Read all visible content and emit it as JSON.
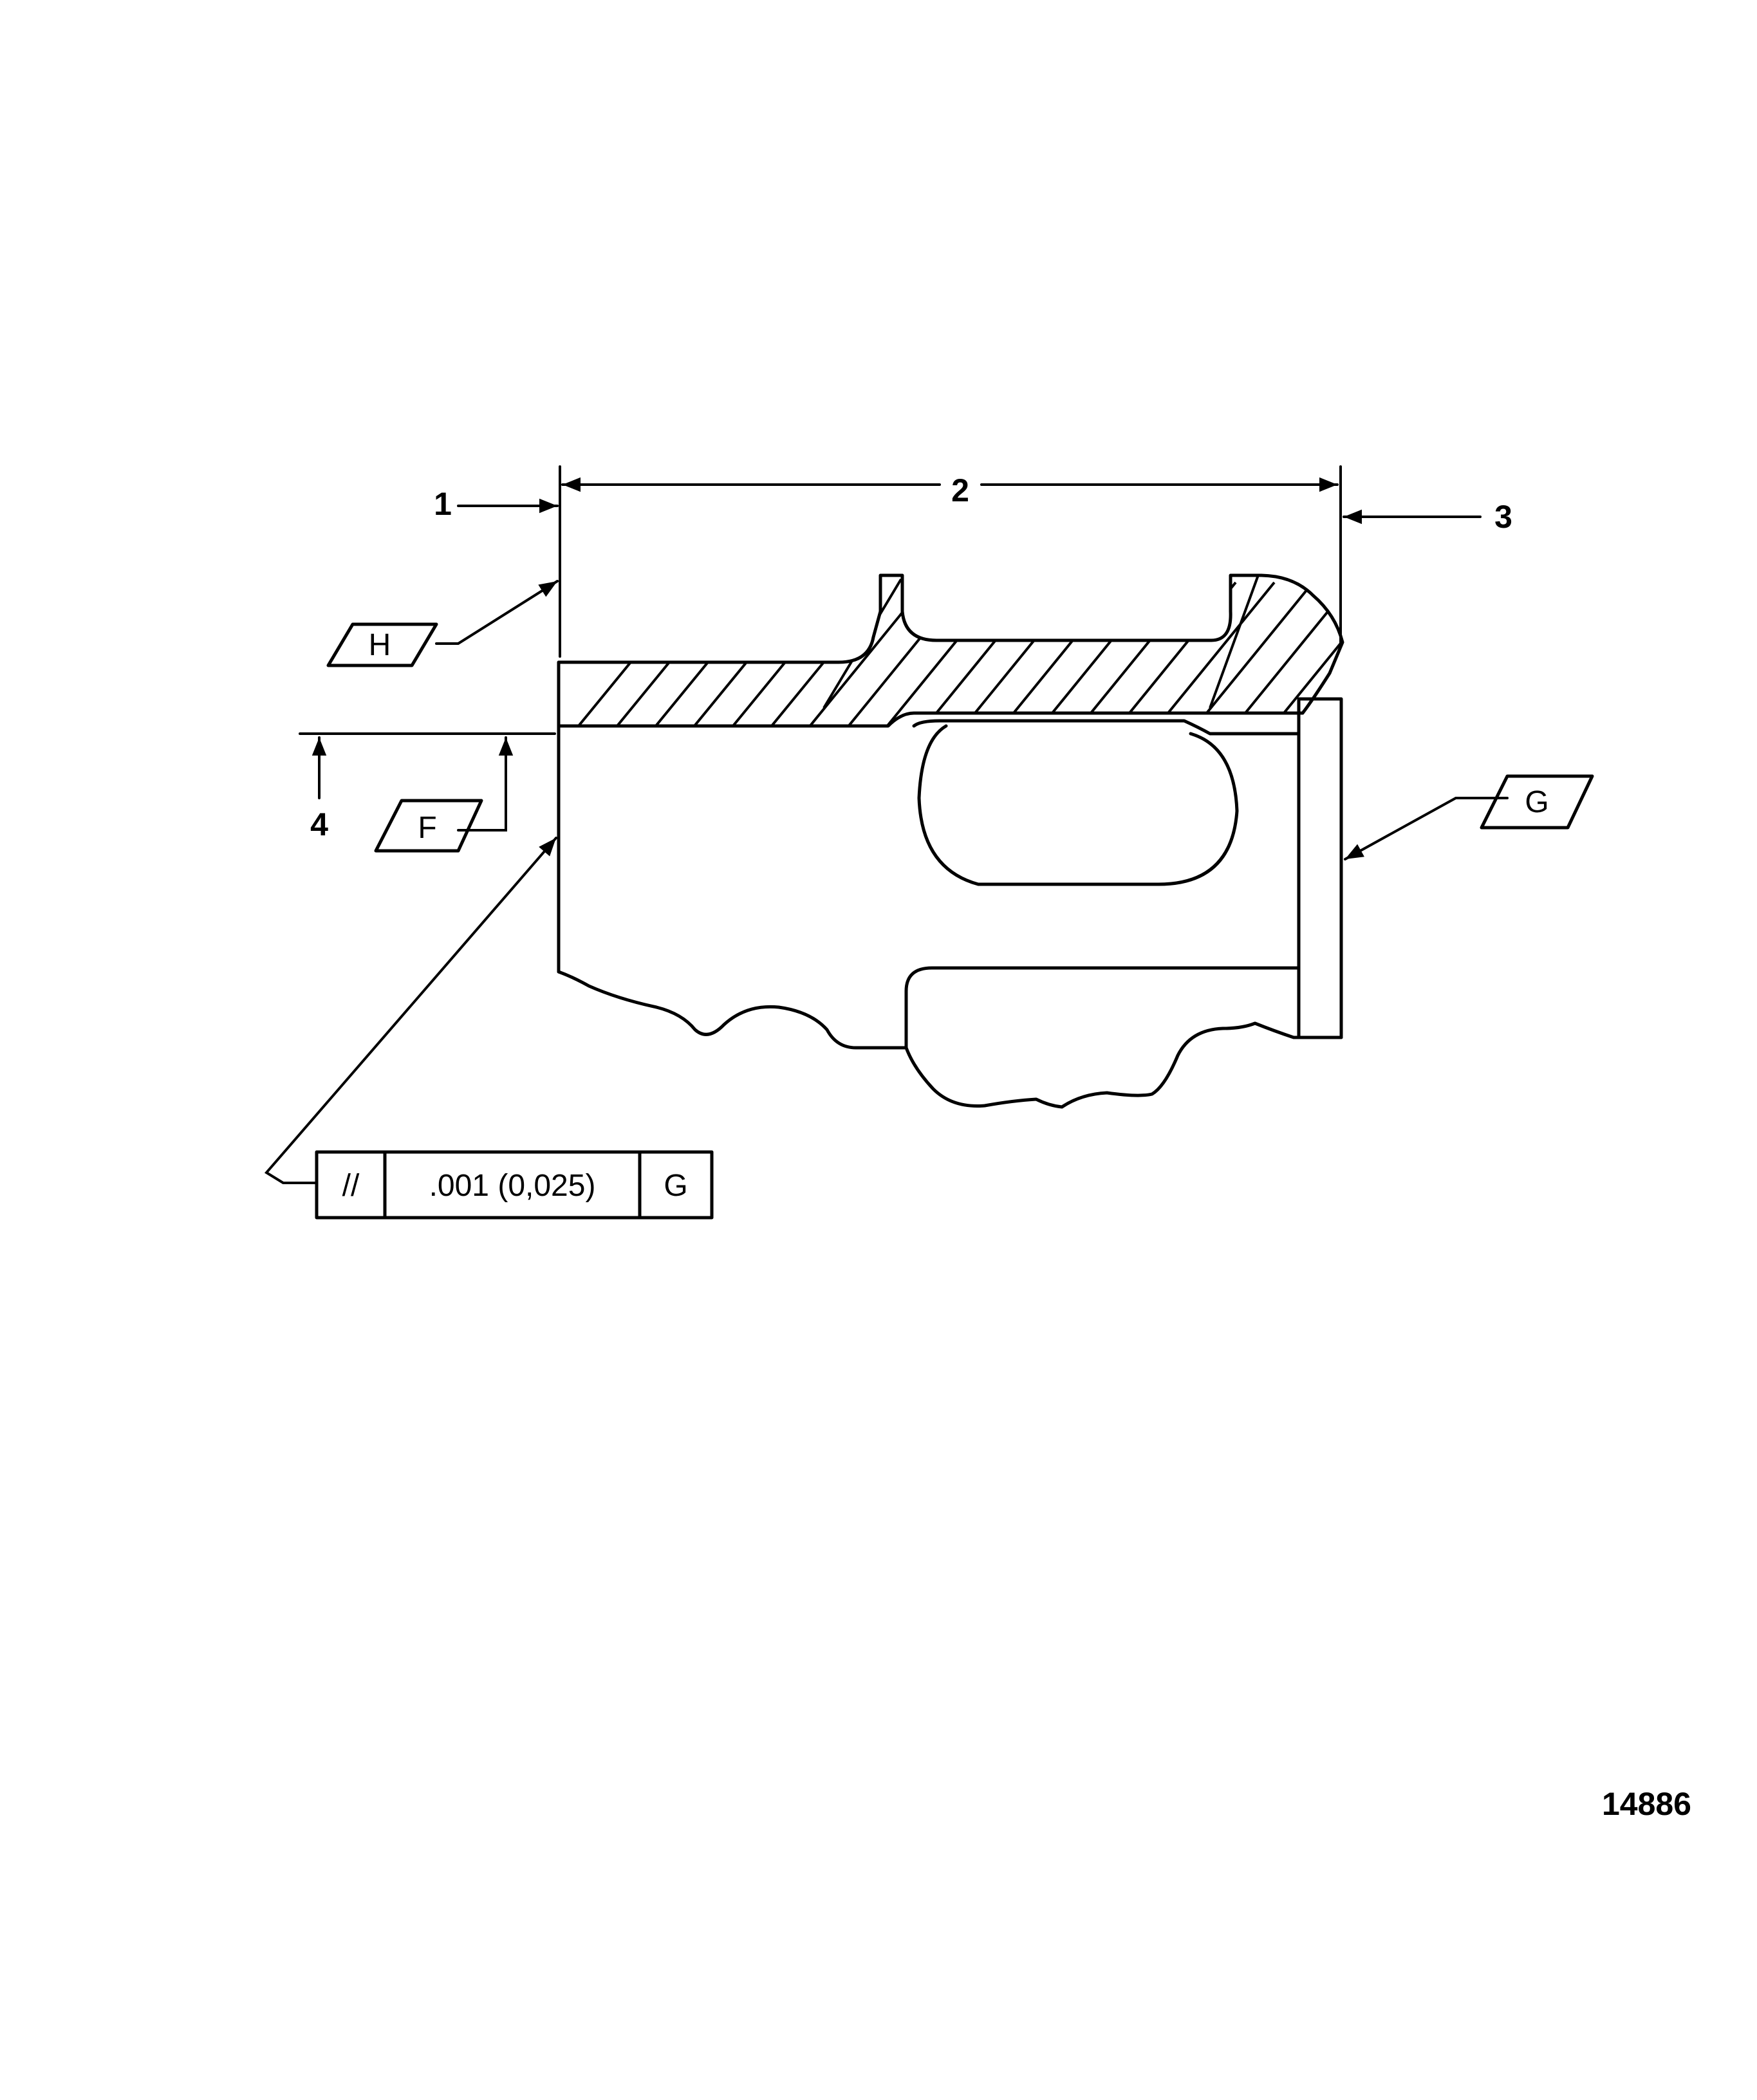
{
  "callouts": {
    "c1": "1",
    "c2": "2",
    "c3": "3",
    "c4": "4"
  },
  "datums": {
    "H": "H",
    "F": "F",
    "G": "G"
  },
  "feature_control_frame": {
    "symbol": "//",
    "tolerance": ".001 (0,025)",
    "datum": "G"
  },
  "figure_number": "14886"
}
